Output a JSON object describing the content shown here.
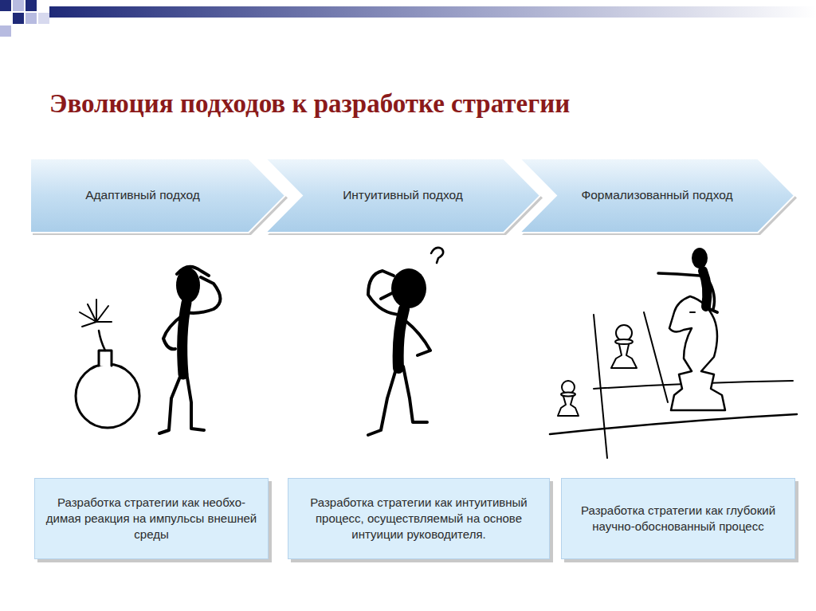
{
  "diagram": {
    "title": "Эволюция подходов к разработке стратегии",
    "nodes": [
      {
        "text": [
          "Адаптивный подход"
        ]
      },
      {
        "text": [
          "Интуитивный подход"
        ]
      },
      {
        "text": [
          "Формализованный подход"
        ]
      },
      {
        "text": [
          "Разработка стратегии как необхо- димая реакция на импульсы внешней среды"
        ]
      },
      {
        "text": [
          "Разработка стратегии как интуитивный процесс, осуществляемый на основе интуиции руководителя."
        ]
      },
      {
        "text": [
          "Разработка стратегии как глубокий научно-обоснованный процесс"
        ]
      }
    ]
  }
}
